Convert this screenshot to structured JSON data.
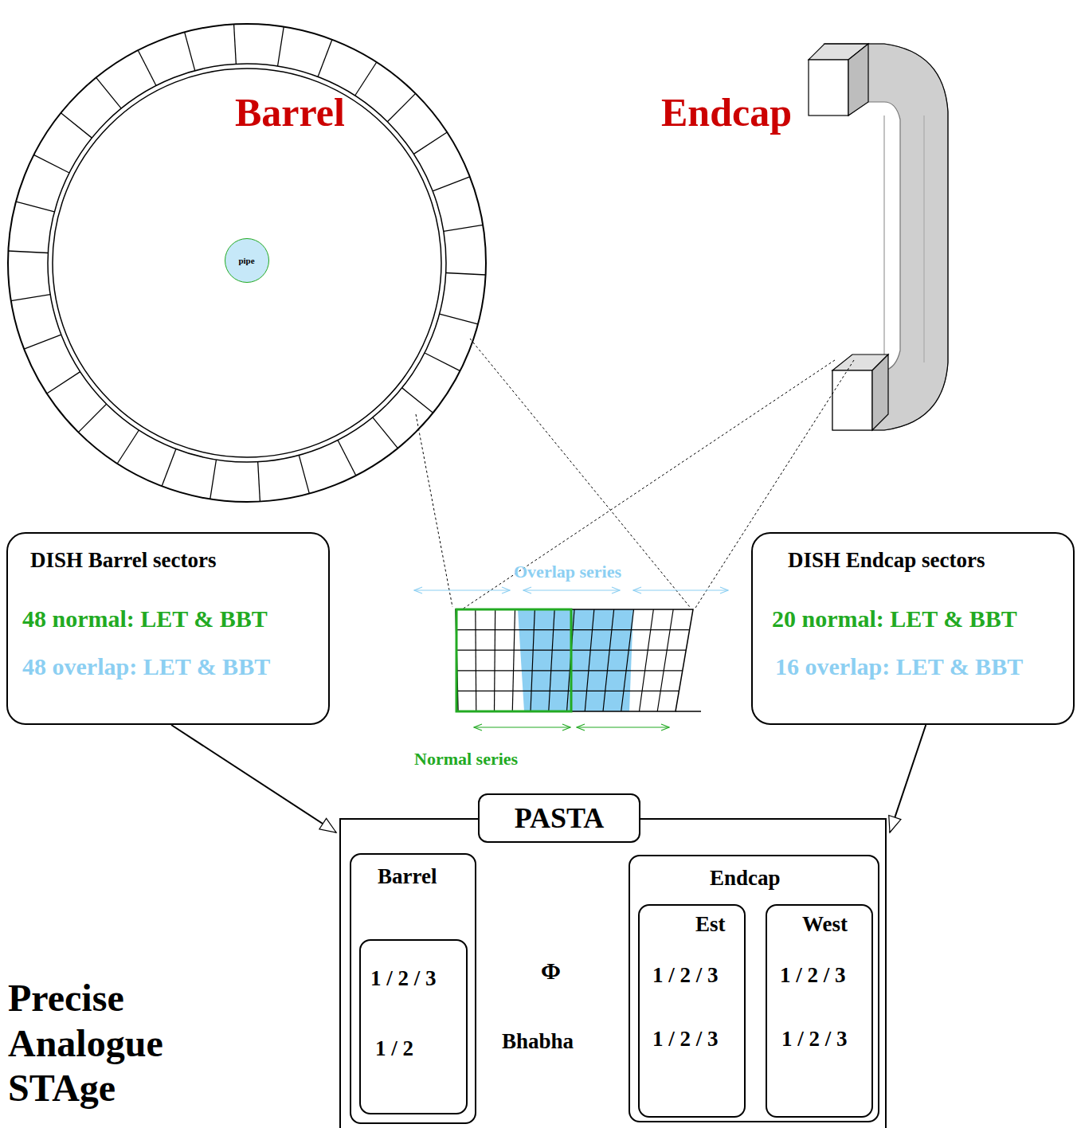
{
  "diagram": {
    "nodes": [
      {
        "text": [
          "pipe"
        ]
      },
      {
        "text": [
          "DISH Barrel sectors",
          "48 normal: LET & BBT",
          "48 overlap: LET & BBT"
        ]
      },
      {
        "text": [
          "DISH Endcap sectors",
          "20 normal: LET & BBT",
          "16 overlap: LET & BBT"
        ]
      },
      {
        "text": [
          "PASTA"
        ]
      },
      {
        "text": [
          "Barrel"
        ],
        "in": 3
      },
      {
        "text": [
          "1 / 2 / 3",
          "1 / 2"
        ],
        "in": 4
      },
      {
        "text": [
          "Endcap"
        ],
        "in": 3
      },
      {
        "text": [
          "Est",
          "1 / 2 / 3",
          "1 / 2 / 3"
        ],
        "in": 6
      },
      {
        "text": [
          "West",
          "1 / 2 / 3",
          "1 / 2 / 3"
        ],
        "in": 6
      }
    ],
    "edges": [
      {
        "from": 1,
        "to": 3,
        "arrow": "to"
      },
      {
        "from": 2,
        "to": 3,
        "arrow": "to"
      }
    ],
    "labels": [
      "Barrel",
      "Endcap",
      "Overlap series",
      "Normal series",
      "Φ",
      "Bhabha",
      "Precise Analogue STAge"
    ]
  }
}
